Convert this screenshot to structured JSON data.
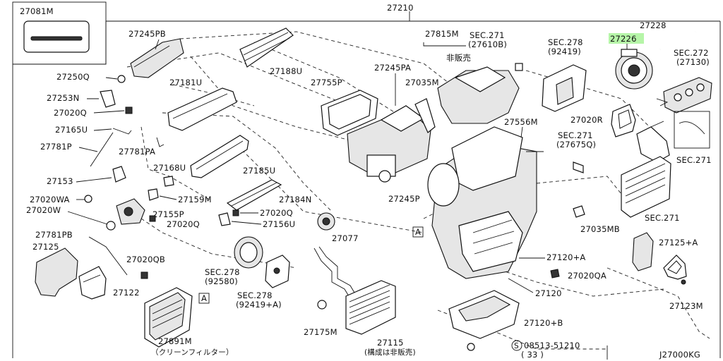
{
  "callouts": {
    "c27081M": "27081M",
    "c27210": "27210",
    "c27245PB": "27245PB",
    "c27250Q": "27250Q",
    "c27253N": "27253N",
    "c27020Q_a": "27020Q",
    "c27165U": "27165U",
    "c27781P": "27781P",
    "c27781PA": "27781PA",
    "c27153": "27153",
    "c27020WA": "27020WA",
    "c27020W": "27020W",
    "c27781PB": "27781PB",
    "c27125": "27125",
    "c27122": "27122",
    "c27891M": "27891M",
    "c27891M_note": "（クリーンフィルター）",
    "c27188U": "27188U",
    "c27181U": "27181U",
    "c27168U": "27168U",
    "c27159M": "27159M",
    "c27155P": "27155P",
    "c27020Q_b": "27020Q",
    "c27185U": "27185U",
    "c27184N": "27184N",
    "c27020Q_c": "27020Q",
    "c27156U": "27156U",
    "c27020QB": "27020QB",
    "c27077": "27077",
    "c27815M": "27815M",
    "c_hihanbai": "非販売",
    "c27245PA": "27245PA",
    "c27755P": "27755P",
    "c27035M": "27035M",
    "c27245P": "27245P",
    "c_sec271_a": "SEC.271",
    "c_sec271_a_ref": "(27610B)",
    "c_sec278_a": "SEC.278",
    "c_sec278_a_ref": "(92419)",
    "c27226": "27226",
    "c27228": "27228",
    "c_sec272": "SEC.272",
    "c_sec272_ref": "(27130)",
    "c27020R": "27020R",
    "c27556M": "27556M",
    "c_sec271_b": "SEC.271",
    "c_sec271_b_ref": "(27675Q)",
    "c_sec271_c": "SEC.271",
    "c_sec271_d": "SEC.271",
    "c27035MB": "27035MB",
    "c27125A": "27125+A",
    "c27120A": "27120+A",
    "c27020QA": "27020QA",
    "c27120": "27120",
    "c27123M": "27123M",
    "c27120B": "27120+B",
    "c_sec278_b": "SEC.278",
    "c_sec278_b_ref": "(92580)",
    "c_sec278_c": "SEC.278",
    "c_sec278_c_ref": "(92419+A)",
    "c27175M": "27175M",
    "c27115": "27115",
    "c27115_note": "(構成は非販売)",
    "c_screw": "08513-51210",
    "c_screw_qty": "( 33 )",
    "c_screw_symbol": "S",
    "c_refA1": "A",
    "c_refA2": "A",
    "c_diagram_code": "J27000KG"
  },
  "highlight_color": "#b6f5a8"
}
